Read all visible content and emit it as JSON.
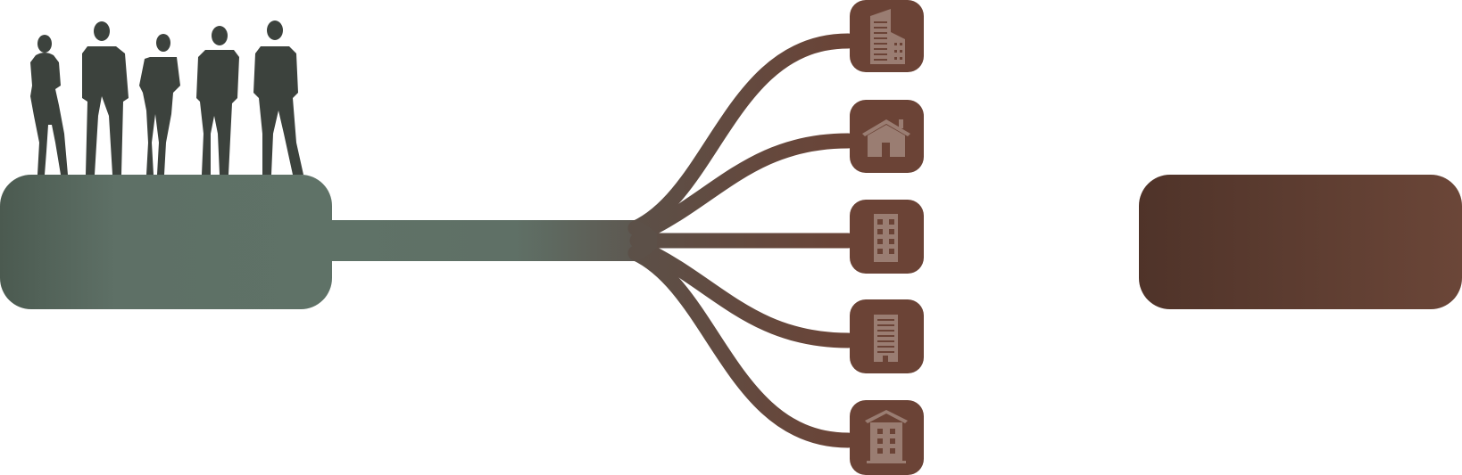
{
  "diagram": {
    "source": {
      "name": "people-group",
      "figure_count": 5,
      "block_color_dark": "#4f5e54",
      "block_color_light": "#5f7267",
      "figure_color": "#3c423d"
    },
    "branch_colors": {
      "start": "#5f7267",
      "end": "#6b4336"
    },
    "targets": [
      {
        "id": "office-tower",
        "icon": "office-tower-icon"
      },
      {
        "id": "house",
        "icon": "house-icon"
      },
      {
        "id": "apartment-block",
        "icon": "apartment-building-icon"
      },
      {
        "id": "office-building",
        "icon": "office-building-icon"
      },
      {
        "id": "school-building",
        "icon": "school-building-icon"
      }
    ],
    "tile_color": "#6b4336",
    "icon_color": "#9a7d72",
    "destination": {
      "name": "destination-block",
      "color_dark": "#4f3329",
      "color_light": "#6b4638"
    }
  }
}
